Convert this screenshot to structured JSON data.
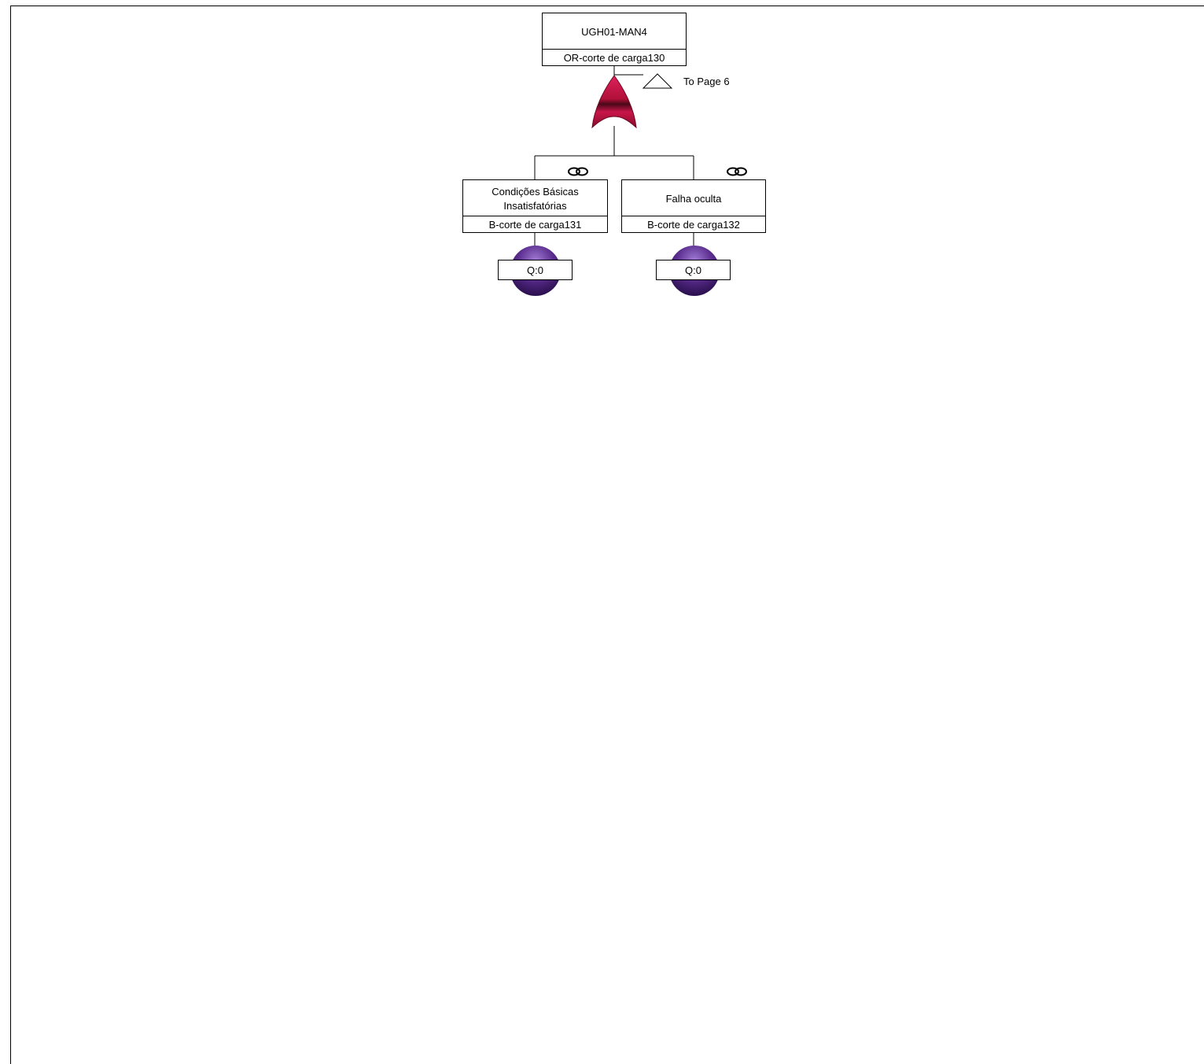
{
  "top_event": {
    "title": "UGH01-MAN4",
    "id": "OR-corte de carga130"
  },
  "transfer": {
    "label": "To Page 6"
  },
  "gate": {
    "type": "OR",
    "color": "#b0103a"
  },
  "events": [
    {
      "title": "Condições Básicas Insatisfatórias",
      "id": "B-corte de carga131",
      "q": "Q:0",
      "link_icon": "link-icon"
    },
    {
      "title": "Falha oculta",
      "id": "B-corte de carga132",
      "q": "Q:0",
      "link_icon": "link-icon"
    }
  ],
  "colors": {
    "basic_event": "#5b2d8e",
    "gate": "#b0103a",
    "line": "#000000"
  }
}
